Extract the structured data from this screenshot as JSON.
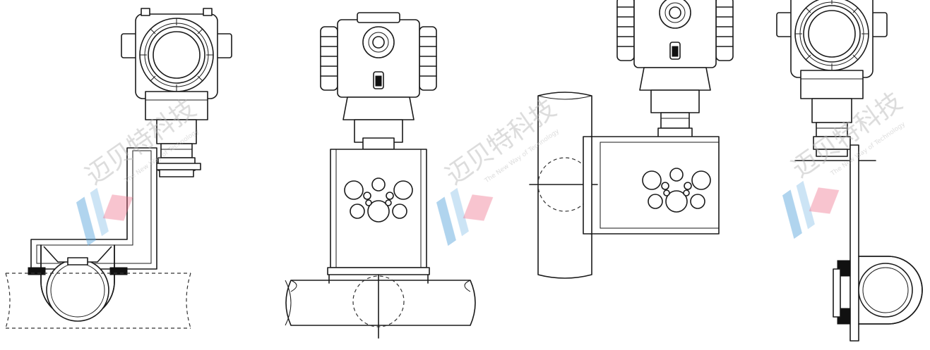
{
  "watermark": {
    "name": "迈贝特科技",
    "tagline": "The New Way of Technology",
    "colors": {
      "blue": "#5fa8dc",
      "pink": "#ee6f8a",
      "text": "#b9b9b9"
    }
  },
  "figures": [
    {
      "id": "side-pipe-horizontal",
      "description_visible": false
    },
    {
      "id": "front-pipe-horizontal",
      "description_visible": false
    },
    {
      "id": "front-pipe-vertical",
      "description_visible": false
    },
    {
      "id": "side-pipe-vertical",
      "description_visible": false
    }
  ],
  "colors": {
    "line": "#1a1a1a",
    "background": "#ffffff"
  }
}
